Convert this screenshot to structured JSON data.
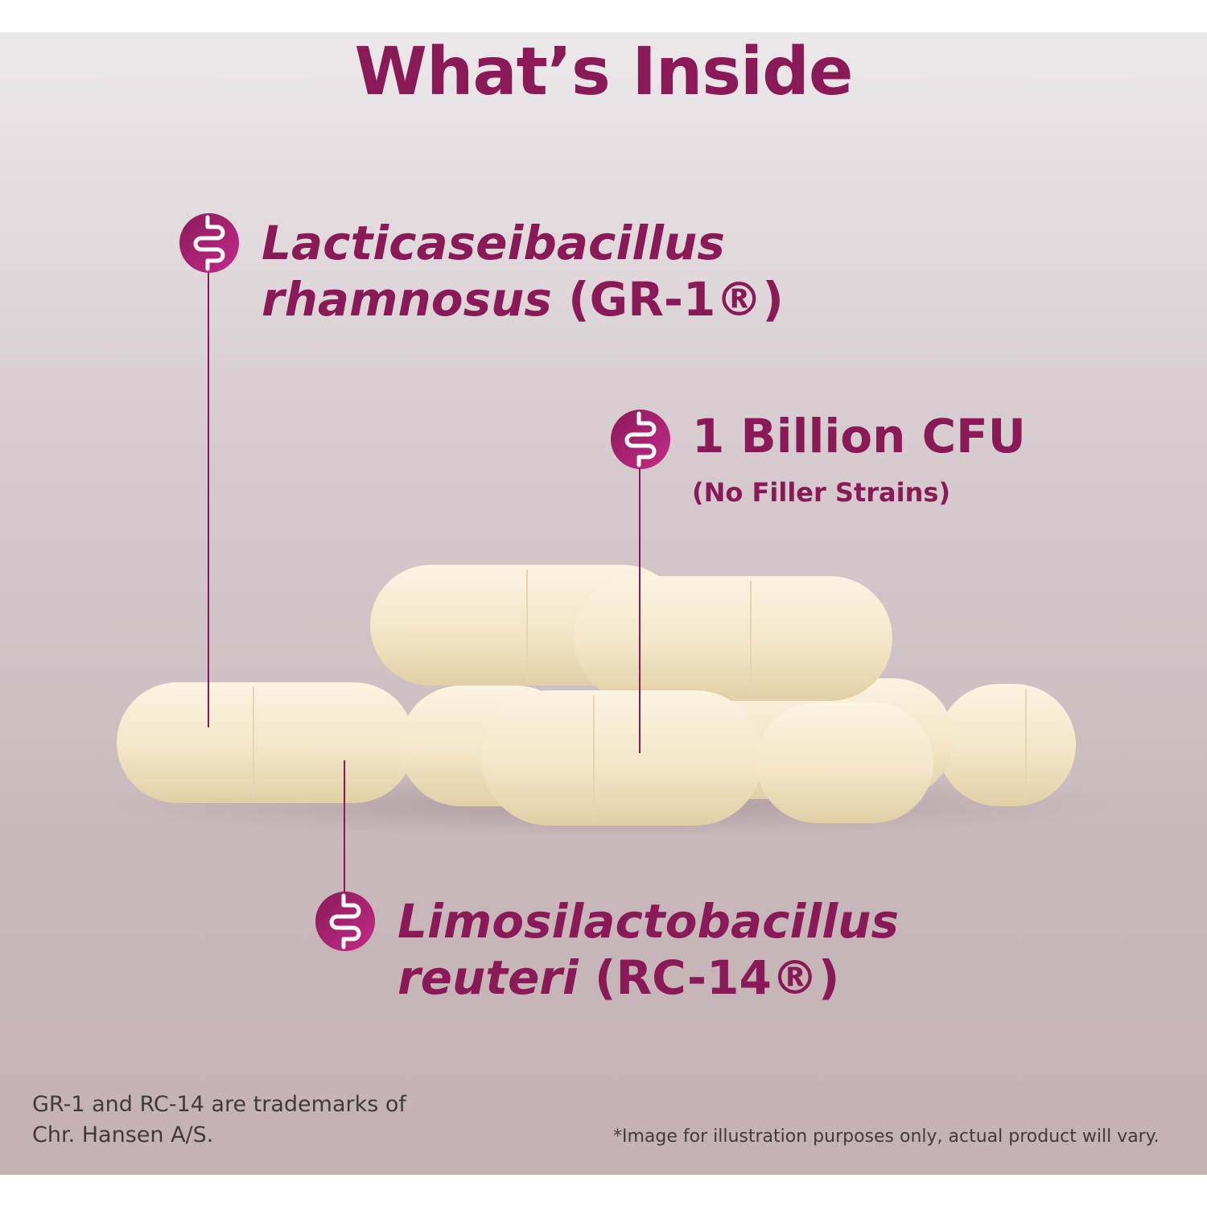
{
  "title": "What’s Inside",
  "colors": {
    "accent": "#8a1a57",
    "icon_gradient_start": "#8a1a57",
    "icon_gradient_end": "#c42a8a",
    "capsule": "#f6ecd3",
    "footnote_text": "#3f3b3d"
  },
  "ingredients": [
    {
      "icon": "intestine-icon",
      "latin_line1": "Lacticaseibacillus",
      "latin_line2": "rhamnosus",
      "suffix": "(GR-1®)"
    },
    {
      "icon": "intestine-icon",
      "headline": "1 Billion CFU",
      "sub": "(No Filler Strains)"
    },
    {
      "icon": "intestine-icon",
      "latin_line1": "Limosilactobacillus",
      "latin_line2": "reuteri",
      "suffix": "(RC-14®)"
    }
  ],
  "footnotes": {
    "trademark_line1": "GR-1 and RC-14 are trademarks of",
    "trademark_line2": "Chr. Hansen A/S.",
    "disclaimer": "*Image for illustration purposes only, actual product will vary."
  }
}
